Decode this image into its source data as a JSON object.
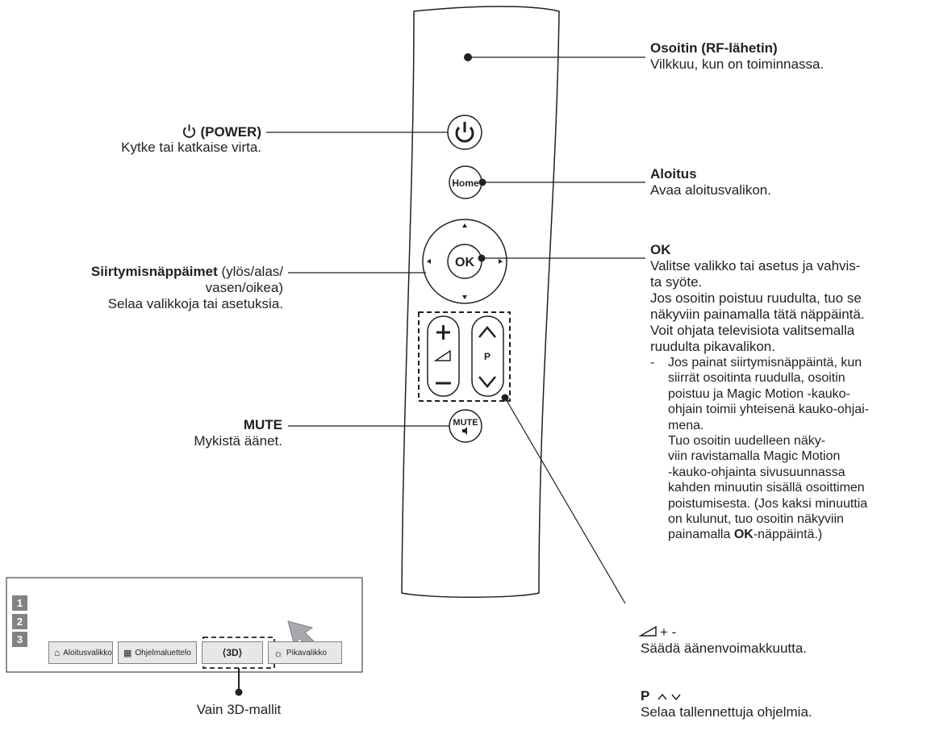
{
  "labels": {
    "pointer_title": "Osoitin (RF-lähetin)",
    "pointer_desc": "Vilkkuu, kun on toiminnassa.",
    "power_title": "(POWER)",
    "power_desc": "Kytke tai katkaise virta.",
    "home_title": "Aloitus",
    "home_desc": "Avaa aloitusvalikon.",
    "nav_title": "Siirtymisnäppäimet",
    "nav_title_rest": " (ylös/alas/",
    "nav_line2": "vasen/oikea)",
    "nav_desc": "Selaa valikkoja tai asetuksia.",
    "ok_title": "OK",
    "ok_lines": [
      "Valitse valikko tai asetus ja vahvis-",
      "ta syöte.",
      "Jos osoitin poistuu ruudulta, tuo se",
      "näkyviin painamalla tätä näppäintä.",
      "Voit ohjata televisiota valitsemalla",
      "ruudulta pikavalikon."
    ],
    "ok_bullet_lines": [
      "Jos painat siirtymisnäppäintä, kun",
      "siirrät osoitinta ruudulla, osoitin",
      "poistuu ja Magic Motion -kauko-",
      "ohjain toimii yhteisenä kauko-ohjai-",
      "mena.",
      "Tuo osoitin uudelleen näky-",
      "viin ravistamalla Magic Motion",
      "-kauko-ohjainta sivusuunnassa",
      "kahden minuutin sisällä osoittimen",
      "poistumisesta. (Jos kaksi minuuttia",
      "on kulunut, tuo osoitin näkyviin",
      "painamalla "
    ],
    "ok_bullet_bold": "OK",
    "ok_bullet_end": "-näppäintä.)",
    "mute_title": "MUTE",
    "mute_desc": "Mykistä äänet.",
    "vol_title": "+ -",
    "vol_desc": "Säädä äänenvoimakkuutta.",
    "prog_title": "P",
    "prog_desc": "Selaa tallennettuja ohjelmia.",
    "models_3d": "Vain 3D-mallit"
  },
  "remote": {
    "home_btn": "Home",
    "ok_btn": "OK",
    "mute_btn": "MUTE",
    "p_btn": "P"
  },
  "screen": {
    "numbers": [
      "1",
      "2",
      "3"
    ],
    "bar_items": [
      {
        "label": "Aloitusvalikko",
        "icon": "home-icon"
      },
      {
        "label": "Ohjelmaluettelo",
        "icon": "grid-icon"
      },
      {
        "label": "",
        "icon": "3d-icon"
      },
      {
        "label": "Pikavalikko",
        "icon": "gear-icon"
      }
    ]
  },
  "colors": {
    "line": "#231f20",
    "screen_gray": "#808285",
    "bar_bg": "#e6e7e8"
  }
}
